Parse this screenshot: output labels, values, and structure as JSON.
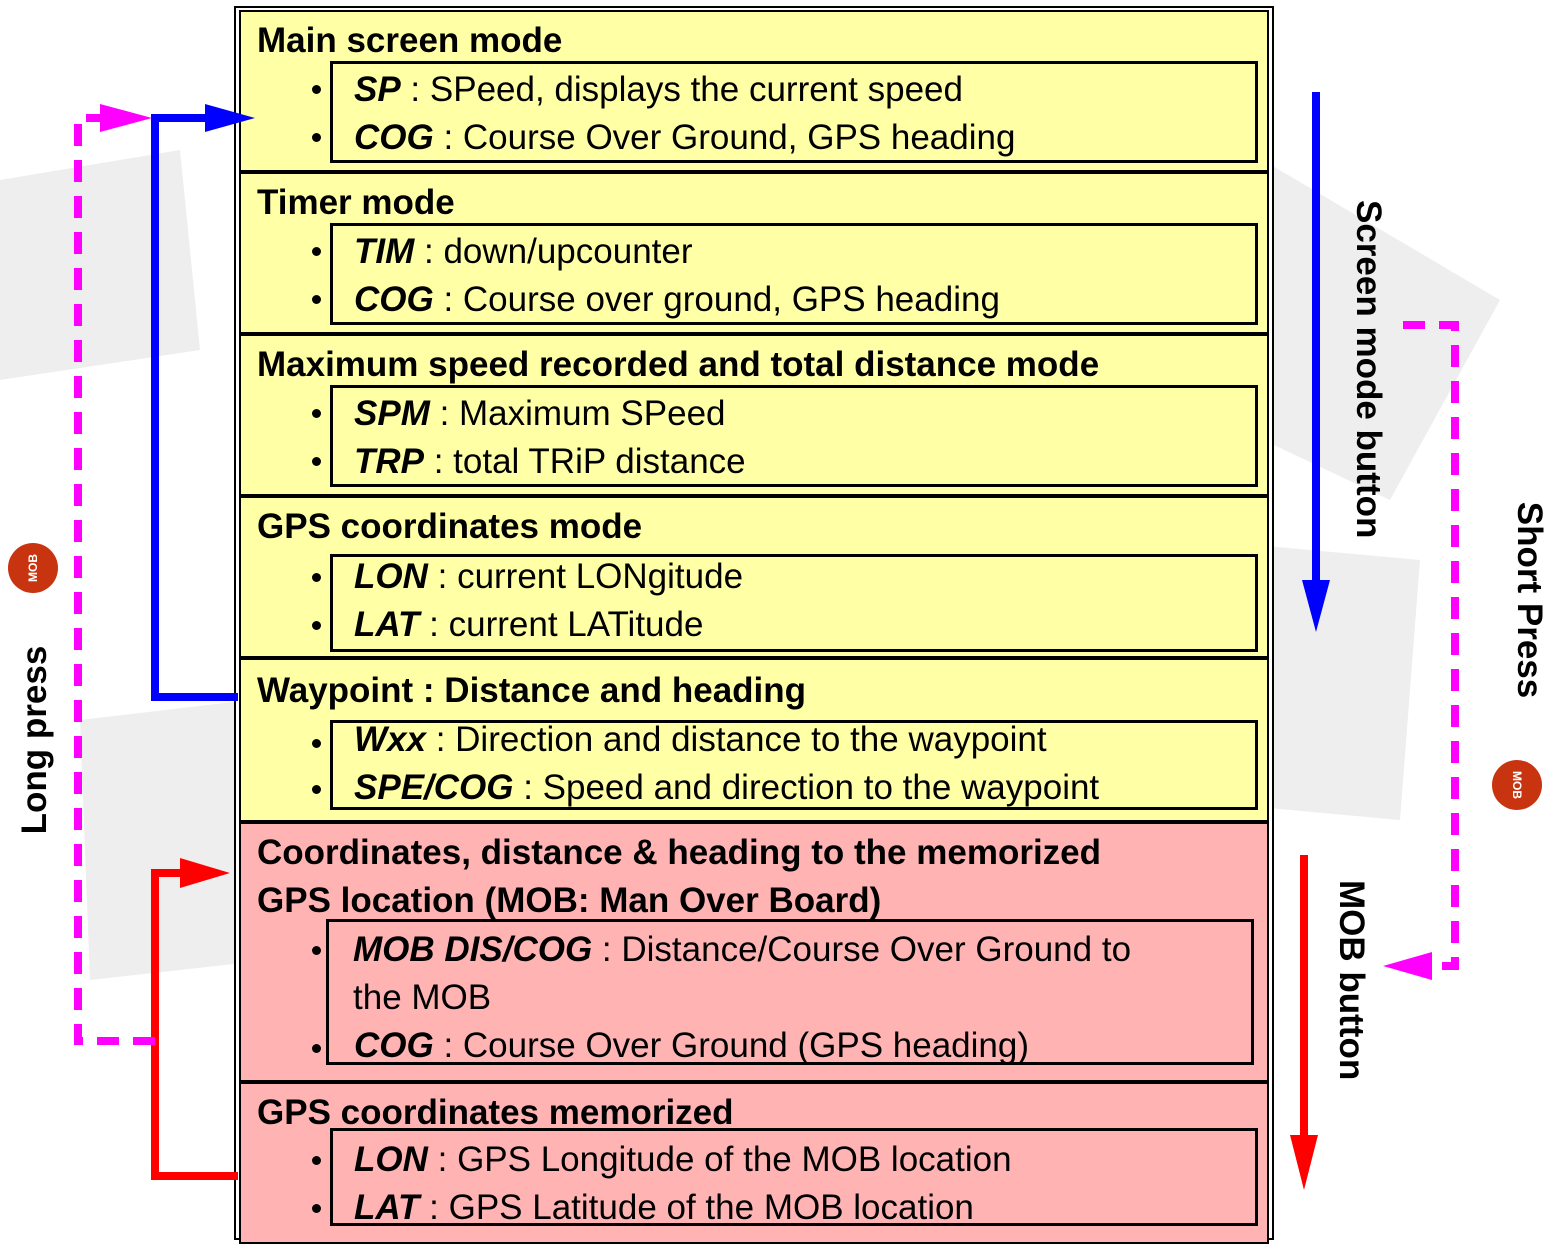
{
  "sections": [
    {
      "title": "Main screen mode",
      "items": [
        {
          "code": "SP",
          "text": " : SPeed, displays the current speed"
        },
        {
          "code": "COG",
          "text": " : Course Over Ground, GPS heading"
        }
      ]
    },
    {
      "title": "Timer mode",
      "items": [
        {
          "code": "TIM",
          "text": " : down/upcounter"
        },
        {
          "code": "COG",
          "text": " : Course over ground, GPS heading"
        }
      ]
    },
    {
      "title": "Maximum speed recorded and total distance mode",
      "items": [
        {
          "code": "SPM",
          "text": " : Maximum SPeed"
        },
        {
          "code": "TRP",
          "text": " : total TRiP distance"
        }
      ]
    },
    {
      "title": "GPS coordinates mode",
      "items": [
        {
          "code": "LON",
          "text": " : current LONgitude"
        },
        {
          "code": "LAT",
          "text": " : current LATitude"
        }
      ]
    },
    {
      "title": "Waypoint : Distance and heading",
      "items": [
        {
          "code": "Wxx",
          "text": " : Direction and distance to the waypoint"
        },
        {
          "code": "SPE/COG",
          "text": " : Speed and direction to the waypoint"
        }
      ]
    },
    {
      "title_line1": "Coordinates, distance & heading to the memorized",
      "title_line2": "GPS location  (MOB: Man Over Board)",
      "items": [
        {
          "code": "MOB DIS/COG",
          "text": " : Distance/Course Over Ground to",
          "text_cont": "the MOB"
        },
        {
          "code": "COG",
          "text": " : Course Over Ground (GPS heading)"
        }
      ]
    },
    {
      "title": "GPS coordinates memorized",
      "items": [
        {
          "code": "LON",
          "text": " : GPS Longitude of the MOB location"
        },
        {
          "code": "LAT",
          "text": " : GPS Latitude of the MOB location"
        }
      ]
    }
  ],
  "labels": {
    "screen_mode_button": "Screen mode button",
    "mob_button": "MOB button",
    "short_press": "Short Press",
    "long_press": "Long press",
    "mob_badge": "MOB"
  },
  "colors": {
    "yellow_fill": "#ffffa6",
    "pink_fill": "#ffb3b3",
    "blue_arrow": "#0000ff",
    "red_arrow": "#ff0000",
    "magenta_arrow": "#ff00ff",
    "mob_badge": "#c8340f"
  }
}
